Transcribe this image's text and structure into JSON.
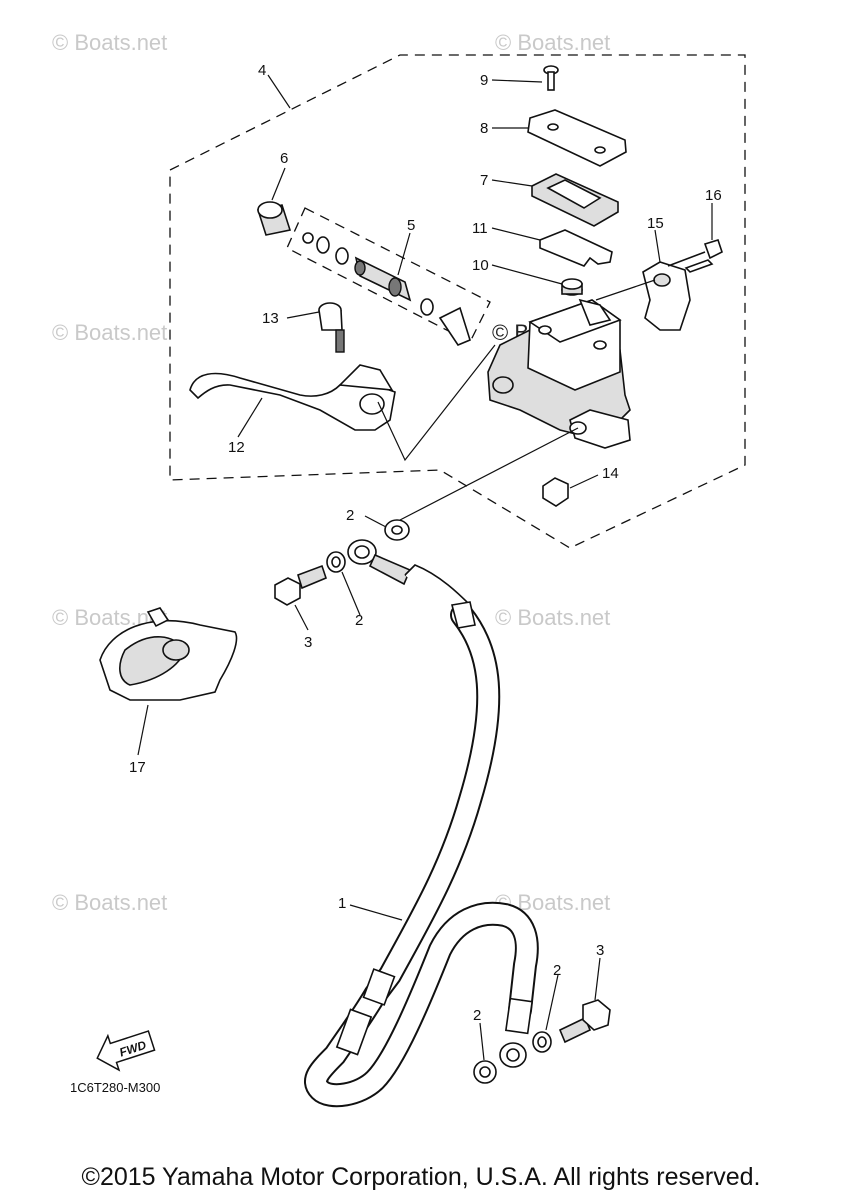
{
  "watermark": "© Boats.net",
  "diagram_code": "1C6T280-M300",
  "fwd_label": "FWD",
  "copyright": "©2015 Yamaha Motor Corporation, U.S.A. All rights reserved.",
  "callouts": {
    "c1": "1",
    "c2a": "2",
    "c2b": "2",
    "c2c": "2",
    "c2d": "2",
    "c3a": "3",
    "c3b": "3",
    "c4": "4",
    "c5": "5",
    "c6": "6",
    "c7": "7",
    "c8": "8",
    "c9": "9",
    "c10": "10",
    "c11": "11",
    "c12": "12",
    "c13": "13",
    "c14": "14",
    "c15": "15",
    "c16": "16",
    "c17": "17"
  }
}
